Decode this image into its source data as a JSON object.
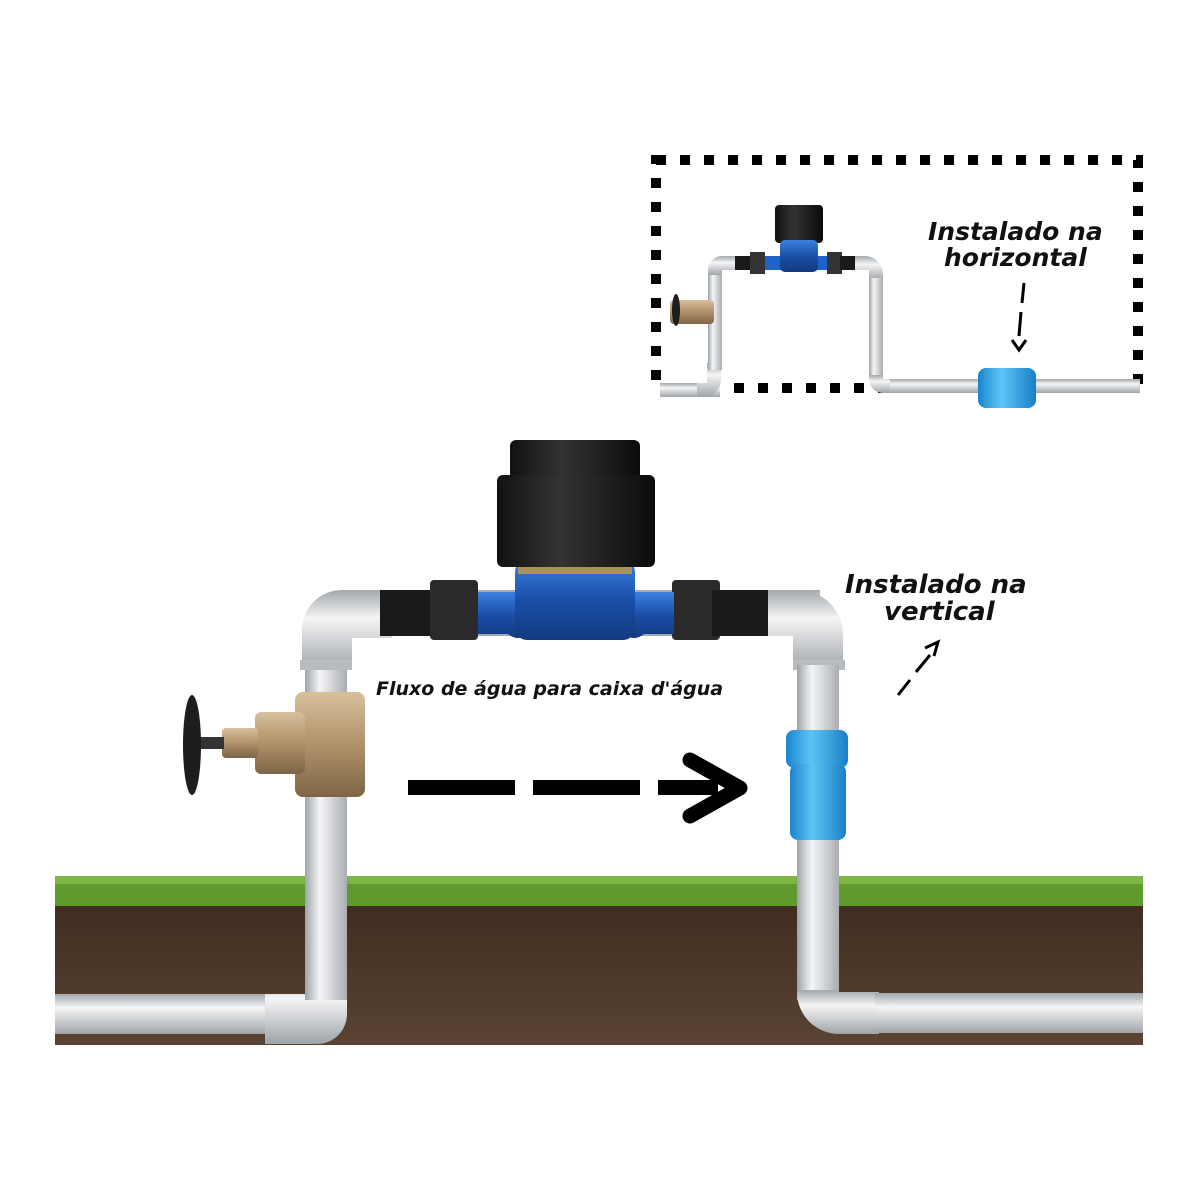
{
  "main": {
    "flow_label": "Fluxo de água para caixa d'água",
    "vertical_label_line1": "Instalado na",
    "vertical_label_line2": "vertical"
  },
  "inset": {
    "horizontal_label_line1": "Instalado na",
    "horizontal_label_line2": "horizontal"
  },
  "colors": {
    "pipe": "#d9dcdf",
    "valve_blue": "#2aa3e6",
    "meter_blue": "#1f63c9",
    "brass": "#b89a72",
    "soil": "#4a3627",
    "grass": "#5f9a2f"
  }
}
